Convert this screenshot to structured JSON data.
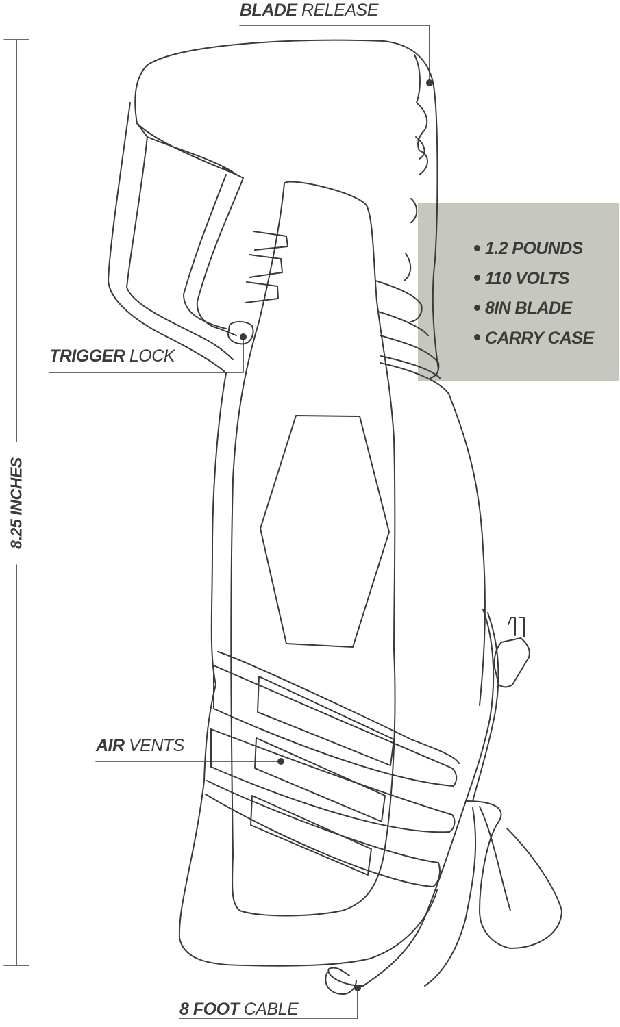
{
  "callouts": {
    "blade_release": {
      "bold": "BLADE",
      "light": " RELEASE"
    },
    "trigger_lock": {
      "bold": "TRIGGER",
      "light": " LOCK"
    },
    "air_vents": {
      "bold": "AIR",
      "light": " VENTS"
    },
    "cable": {
      "bold": "8 FOOT",
      "light": " CABLE"
    }
  },
  "dimension": {
    "height_label": "8.25 INCHES"
  },
  "specs": {
    "items": [
      "1.2 POUNDS",
      "110 VOLTS",
      "8IN BLADE",
      "CARRY CASE"
    ]
  },
  "colors": {
    "line": "#3a3a3a",
    "panel": "#c6c7bf",
    "background": "#ffffff"
  }
}
